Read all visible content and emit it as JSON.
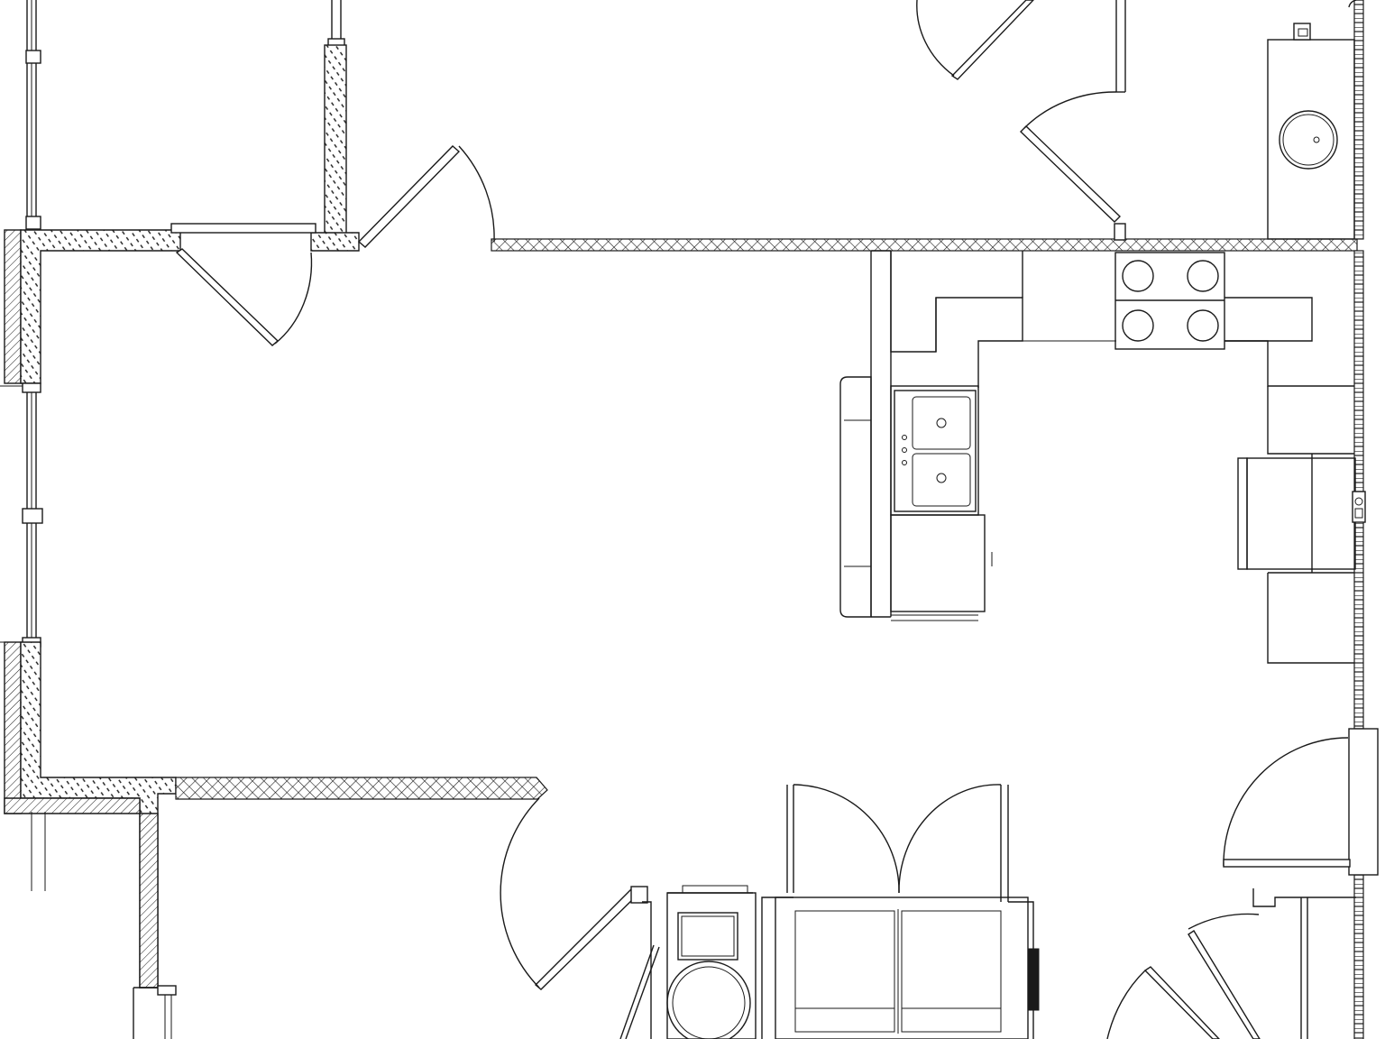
{
  "drawing": {
    "kind": "architectural floor plan",
    "line_color": "#1a1a1a",
    "background": "#ffffff",
    "wall_patterns": [
      "insulated-exterior-hatch",
      "interior-crosshatch",
      "brick-hatch"
    ]
  },
  "rooms": {
    "kitchen": {
      "fixtures": [
        "double-sink",
        "four-burner-cooktop",
        "refrigerator",
        "island-counter"
      ]
    },
    "bathroom": {
      "fixtures": [
        "lavatory-sink"
      ]
    },
    "laundry": {
      "fixtures": [
        "washer",
        "dryer"
      ]
    },
    "closet": {
      "fixtures": [
        "bifold-doors"
      ]
    }
  }
}
